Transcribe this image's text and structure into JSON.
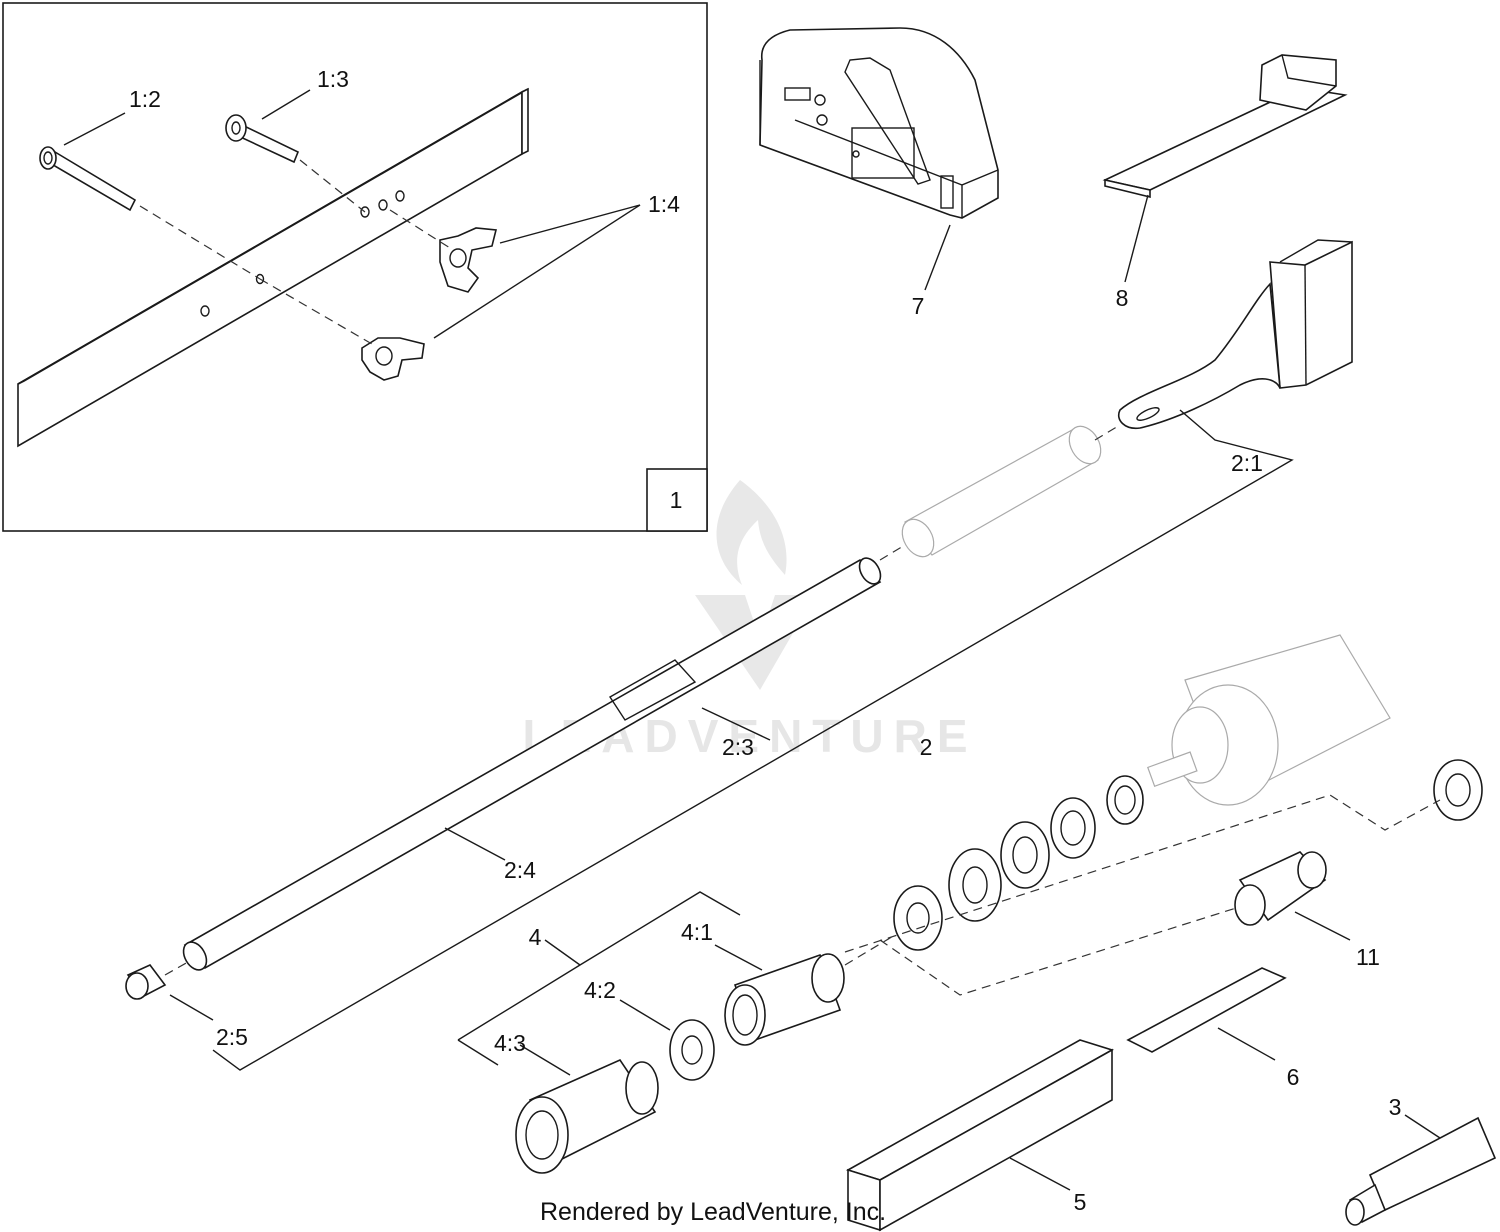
{
  "callouts": {
    "c1": "1",
    "c1_2": "1:2",
    "c1_3": "1:3",
    "c1_4": "1:4",
    "c2": "2",
    "c2_1": "2:1",
    "c2_3": "2:3",
    "c2_4": "2:4",
    "c2_5": "2:5",
    "c3": "3",
    "c4": "4",
    "c4_1": "4:1",
    "c4_2": "4:2",
    "c4_3": "4:3",
    "c5": "5",
    "c6": "6",
    "c7": "7",
    "c8": "8",
    "c11": "11"
  },
  "watermark": "LEADVENTURE",
  "footer": "Rendered by LeadVenture, Inc."
}
